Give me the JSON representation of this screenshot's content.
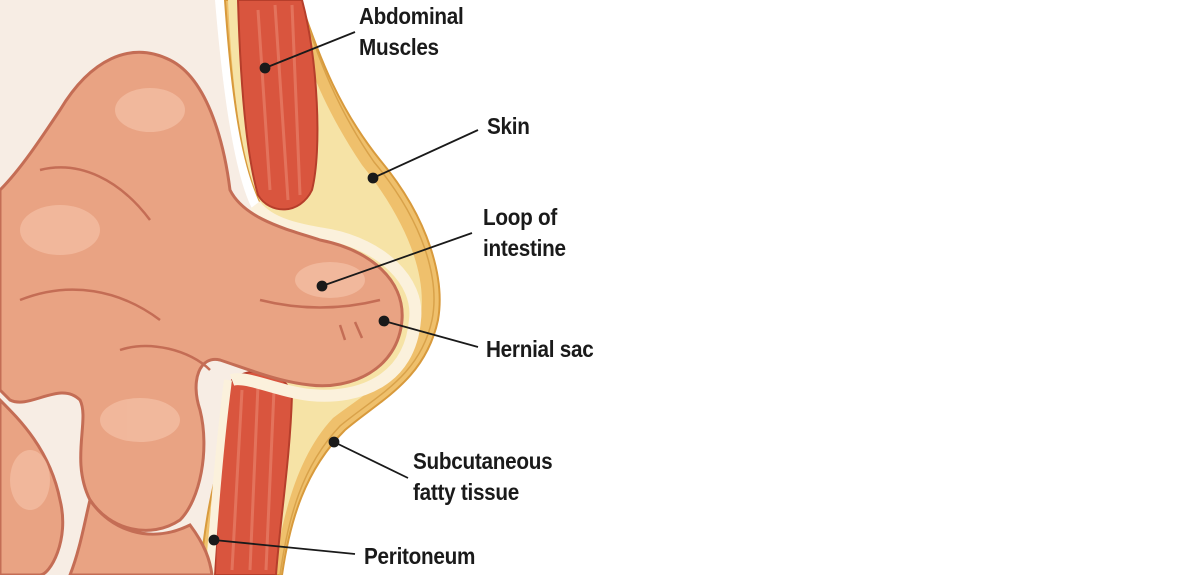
{
  "title": "Inguinal / abdominal hernia anatomy",
  "labels": {
    "abdominal_muscles": [
      "Abdominal",
      "Muscles"
    ],
    "skin": "Skin",
    "loop_of_intestine": [
      "Loop of",
      "intestine"
    ],
    "hernial_sac": "Hernial sac",
    "subcutaneous_fatty_tissue": [
      "Subcutaneous",
      "fatty tissue"
    ],
    "peritoneum": "Peritoneum"
  },
  "colors": {
    "intestine": "#e9a383",
    "intestine_outline": "#c46d55",
    "muscle": "#d9553e",
    "fat": "#f6e3a6",
    "skin": "#efc06c",
    "peritoneum": "#fbf1dc",
    "background_cavity": "#f7ede4"
  }
}
